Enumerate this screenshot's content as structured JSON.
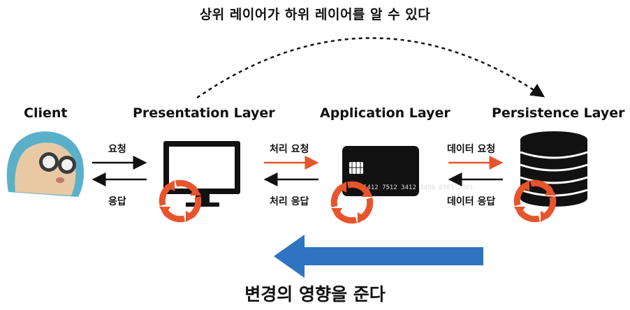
{
  "top_caption": "상위 레이어가 하위 레이어를 알 수 있다",
  "bottom_caption": "변경의 영향을 준다",
  "layers": {
    "client": "Client",
    "presentation": "Presentation Layer",
    "application": "Application Layer",
    "persistence": "Persistence Layer"
  },
  "arrows": {
    "client_request": "요청",
    "client_response": "응답",
    "app_request": "처리 요청",
    "app_response": "처리 응답",
    "data_request": "데이터 요청",
    "data_response": "데이터 응답"
  },
  "card_number": "5412 7512 3412 3456 8901 2345",
  "colors": {
    "accent_red": "#e8542c",
    "change_blue": "#2f74c0",
    "ink": "#111111"
  }
}
